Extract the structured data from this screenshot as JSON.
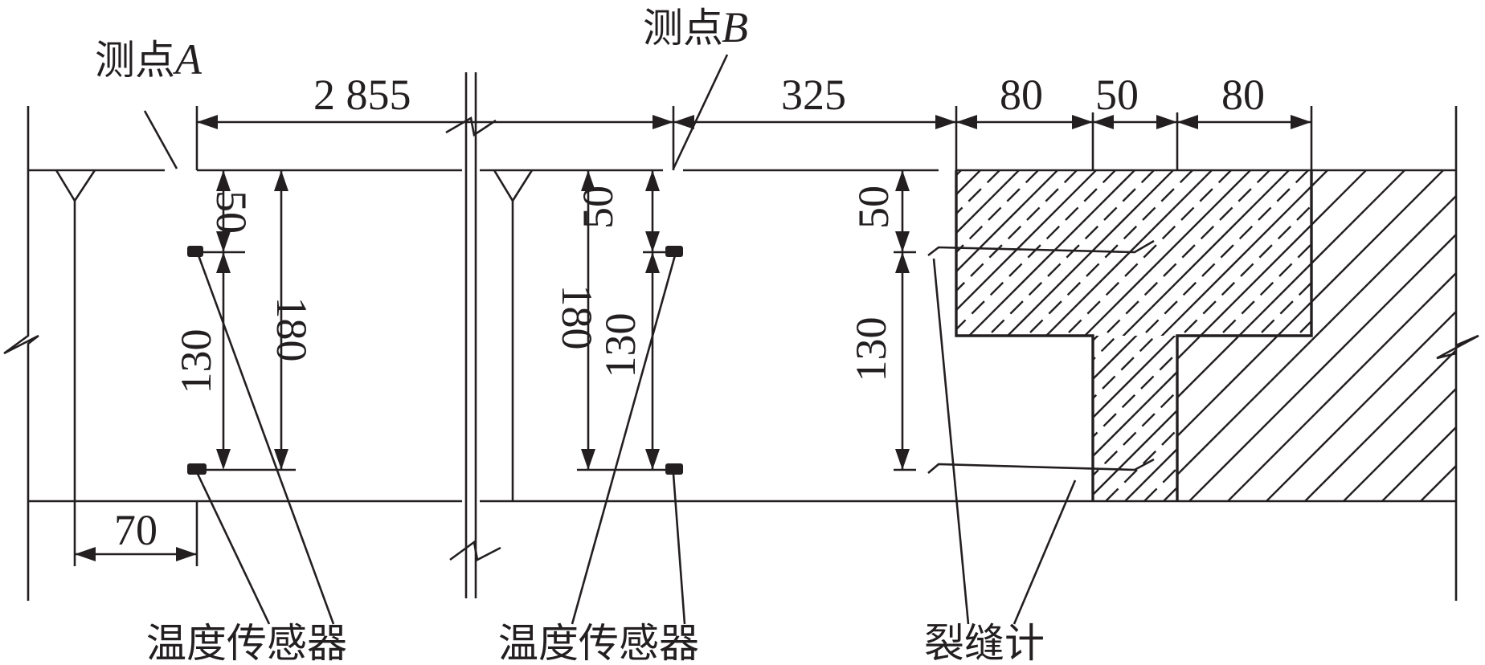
{
  "labels": {
    "point_a": "测点",
    "point_a_letter": "A",
    "point_b": "测点",
    "point_b_letter": "B",
    "sensor_left": "温度传感器",
    "sensor_mid": "温度传感器",
    "crack_meter": "裂缝计"
  },
  "dimensions": {
    "top_span_left": "2 855",
    "top_span_right": "325",
    "top_80_left": "80",
    "top_50": "50",
    "top_80_right": "80",
    "bottom_70": "70",
    "a_depth_50": "50",
    "a_spacing_130": "130",
    "a_depth_180": "180",
    "b_depth_180": "180",
    "b_depth_50": "50",
    "b_spacing_130": "130",
    "c_depth_50": "50",
    "c_spacing_130": "130"
  }
}
